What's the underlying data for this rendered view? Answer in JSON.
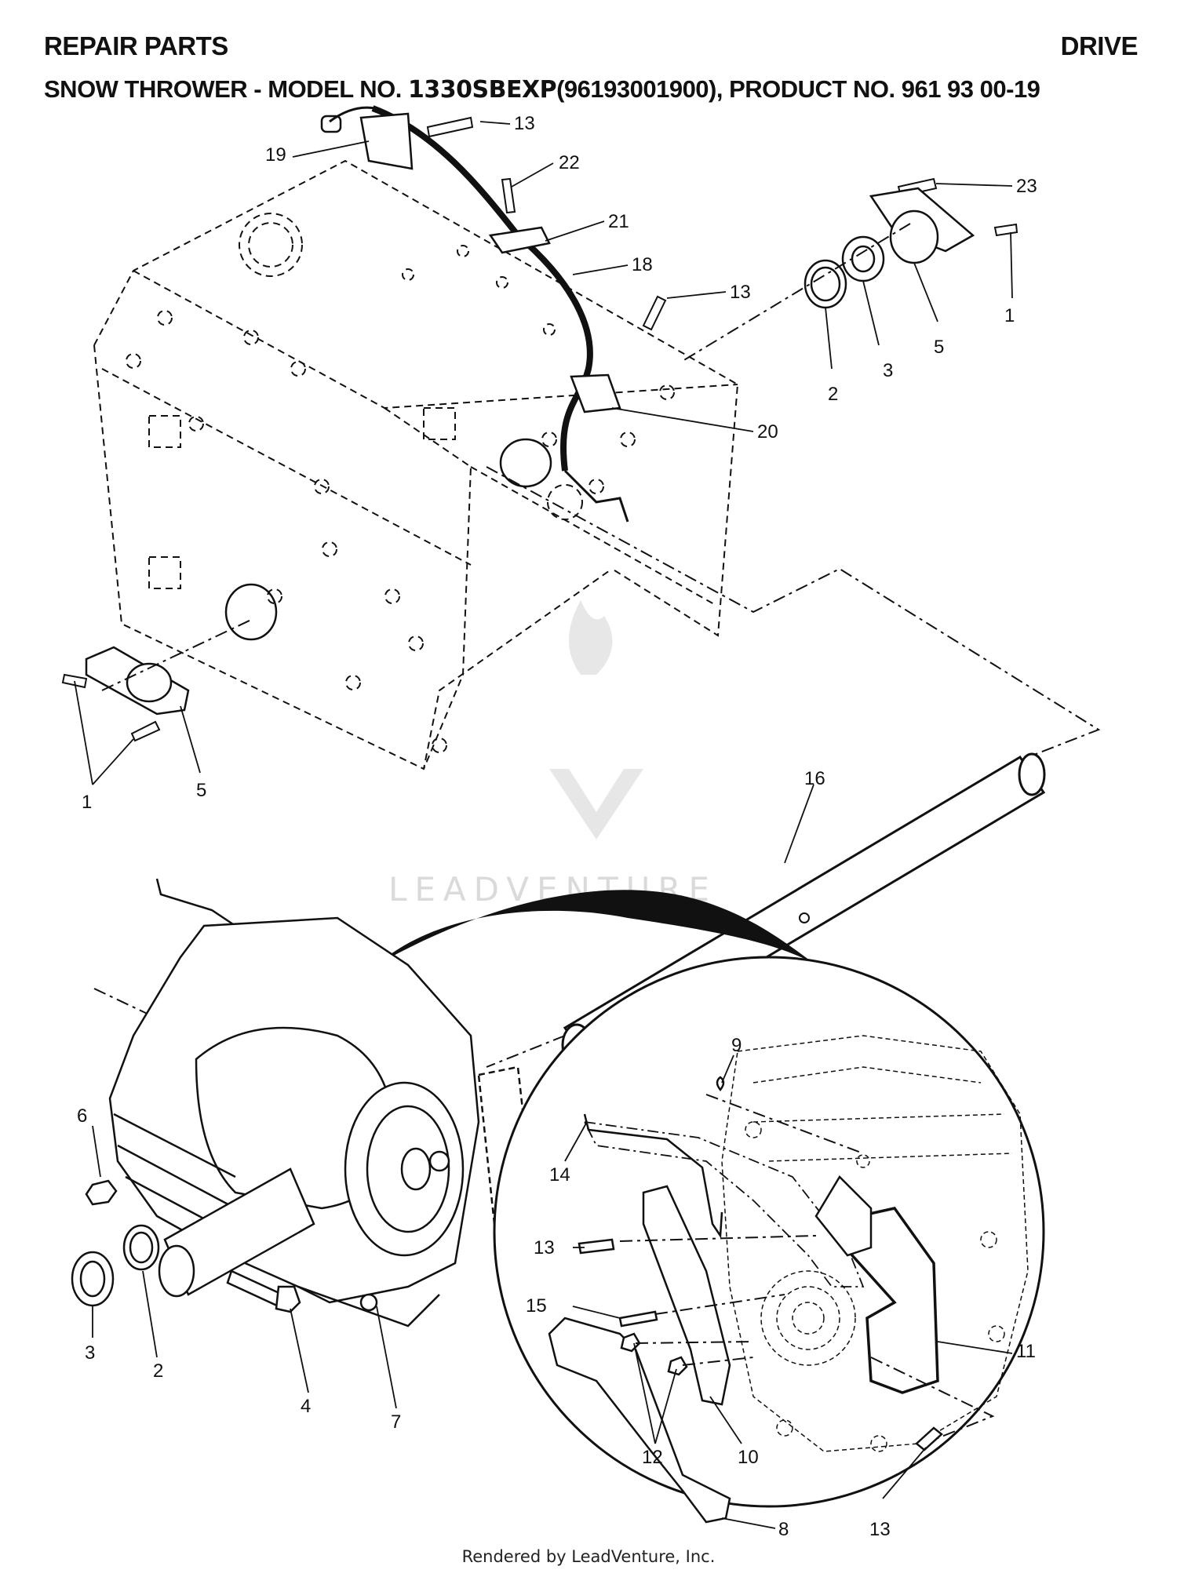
{
  "header": {
    "section": "REPAIR PARTS",
    "category": "DRIVE",
    "subtitle_prefix": "SNOW THROWER - MODEL NO.",
    "model": "1330SBEXP",
    "subtitle_suffix": "(96193001900), PRODUCT NO. 961 93 00-19"
  },
  "callouts": {
    "c13a": "13",
    "c19": "19",
    "c22": "22",
    "c23": "23",
    "c21": "21",
    "c18": "18",
    "c13b": "13",
    "c1a": "1",
    "c5a": "5",
    "c3a": "3",
    "c2a": "2",
    "c20": "20",
    "c1b": "1",
    "c5b": "5",
    "c16": "16",
    "c6": "6",
    "c9": "9",
    "c14": "14",
    "c13c": "13",
    "c15": "15",
    "c11": "11",
    "c3b": "3",
    "c2b": "2",
    "c4": "4",
    "c7": "7",
    "c12": "12",
    "c10": "10",
    "c8": "8",
    "c13d": "13"
  },
  "watermark": "LEADVENTURE",
  "footer": "Rendered by LeadVenture, Inc."
}
